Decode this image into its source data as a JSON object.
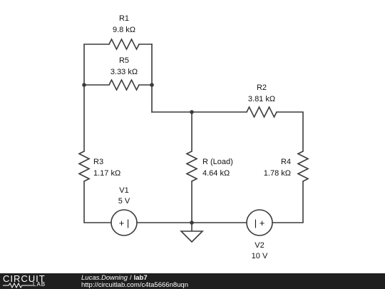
{
  "components": {
    "r1": {
      "name": "R1",
      "value": "9.8 kΩ"
    },
    "r5": {
      "name": "R5",
      "value": "3.33 kΩ"
    },
    "r2": {
      "name": "R2",
      "value": "3.81 kΩ"
    },
    "r3": {
      "name": "R3",
      "value": "1.17 kΩ"
    },
    "rload": {
      "name": "R (Load)",
      "value": "4.64 kΩ"
    },
    "r4": {
      "name": "R4",
      "value": "1.78 kΩ"
    },
    "v1": {
      "name": "V1",
      "value": "5 V",
      "symbol": "+ |"
    },
    "v2": {
      "name": "V2",
      "value": "10 V",
      "symbol": "| +"
    }
  },
  "footer": {
    "logo_main": "CIRCUIT",
    "logo_sub": "LAB",
    "author": "Lucas.Downing",
    "separator": "/",
    "project": "lab7",
    "url": "http://circuitlab.com/c4ta5666n8uqn"
  },
  "colors": {
    "wire": "#3b3b3b",
    "footer_bg": "#1f1f1f"
  }
}
